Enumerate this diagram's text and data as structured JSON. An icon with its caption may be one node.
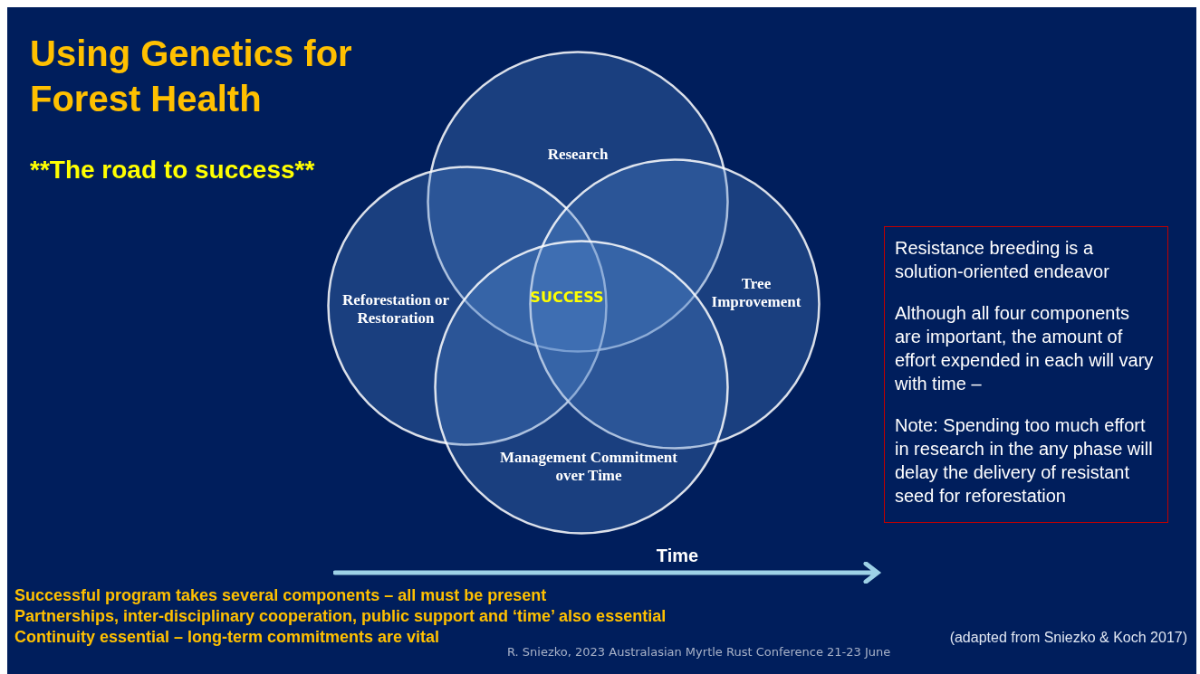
{
  "diagram": {
    "title": "Using Genetics for Forest Health",
    "nodes": [
      {
        "text": [
          "Research"
        ]
      },
      {
        "text": [
          "Reforestation or Restoration"
        ]
      },
      {
        "text": [
          "Tree Improvement"
        ]
      },
      {
        "text": [
          "Management Commitment over Time"
        ]
      },
      {
        "text": [
          "Resistance breeding is a solution-oriented endeavor",
          "Although all four components are important, the amount of effort expended in each will vary with time –",
          "Note: Spending too much effort in research in the any phase will delay the delivery of resistant seed for reforestation"
        ]
      }
    ],
    "edges": [],
    "labels": [
      "**The road to success**",
      "SUCCESS",
      "Time",
      "Successful program takes several components – all must be present",
      "Partnerships, inter-disciplinary cooperation, public support and ‘time’ also essential",
      "Continuity essential – long-term commitments are vital",
      "(adapted from Sniezko & Koch 2017)",
      "R. Sniezko, 2023 Australasian Myrtle Rust Conference 21-23 June"
    ]
  }
}
